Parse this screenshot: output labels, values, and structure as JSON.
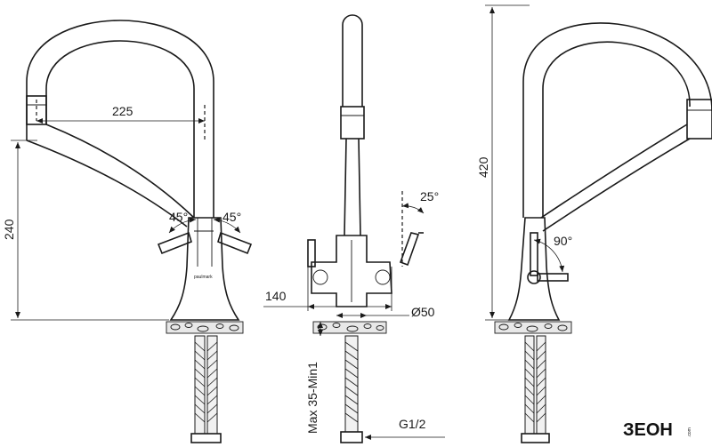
{
  "dimensions": {
    "front_reach": "225",
    "front_height": "240",
    "front_angle_left": "45°",
    "front_angle_right": "45°",
    "side_width": "140",
    "side_base_diameter": "Ø50",
    "side_lever_angle": "25°",
    "side_mount_thread": "Max 35-Min1",
    "side_hose_thread": "G1/2",
    "right_height": "420",
    "right_lever_angle": "90°"
  },
  "brand": {
    "body_mark": "paulmark",
    "store_logo": "ЗЕОН",
    "store_logo_suffix": ".com"
  }
}
